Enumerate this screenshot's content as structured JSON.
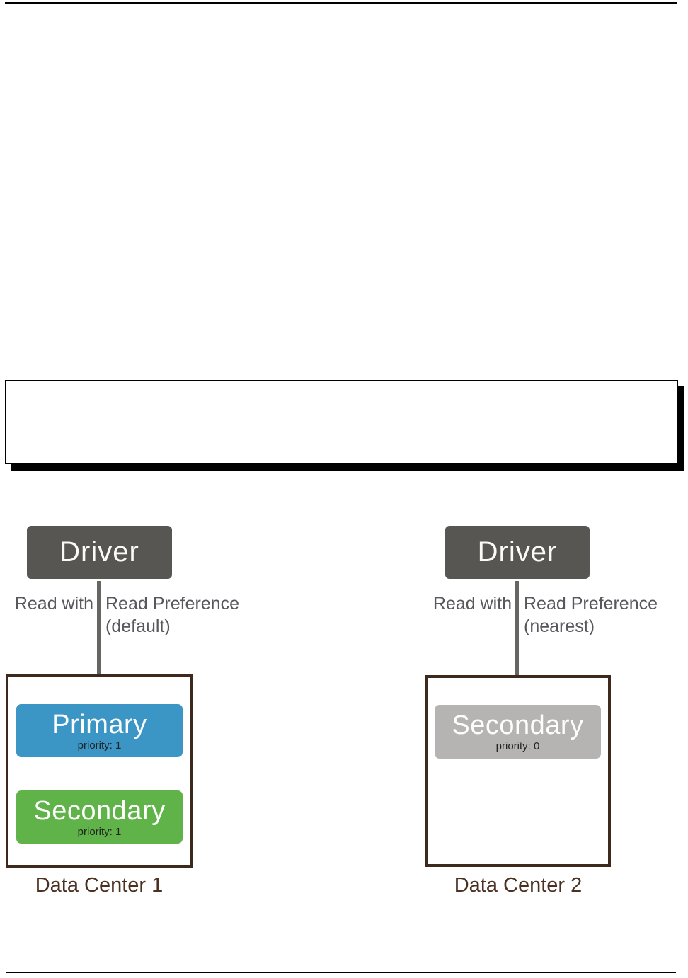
{
  "note": {
    "text": ""
  },
  "left": {
    "driver": "Driver",
    "read_prefix": "Read with",
    "read_line1": "Read Preference",
    "read_line2": "(default)",
    "primary": {
      "label": "Primary",
      "priority": "priority: 1"
    },
    "secondary": {
      "label": "Secondary",
      "priority": "priority: 1"
    },
    "dc_label": "Data Center 1"
  },
  "right": {
    "driver": "Driver",
    "read_prefix": "Read with",
    "read_line1": "Read Preference",
    "read_line2": "(nearest)",
    "secondary": {
      "label": "Secondary",
      "priority": "priority: 0"
    },
    "dc_label": "Data Center 2"
  },
  "colors": {
    "primary_blue": "#3b96c6",
    "secondary_green": "#60b348",
    "secondary_gray": "#b5b4b2",
    "driver_gray": "#585652",
    "arrow_gray": "#656562",
    "read_label_gray": "#57575c",
    "dc_border_brown": "#3d2a1c",
    "dc_label_brown": "#4a3122",
    "rule_black": "#000000"
  }
}
